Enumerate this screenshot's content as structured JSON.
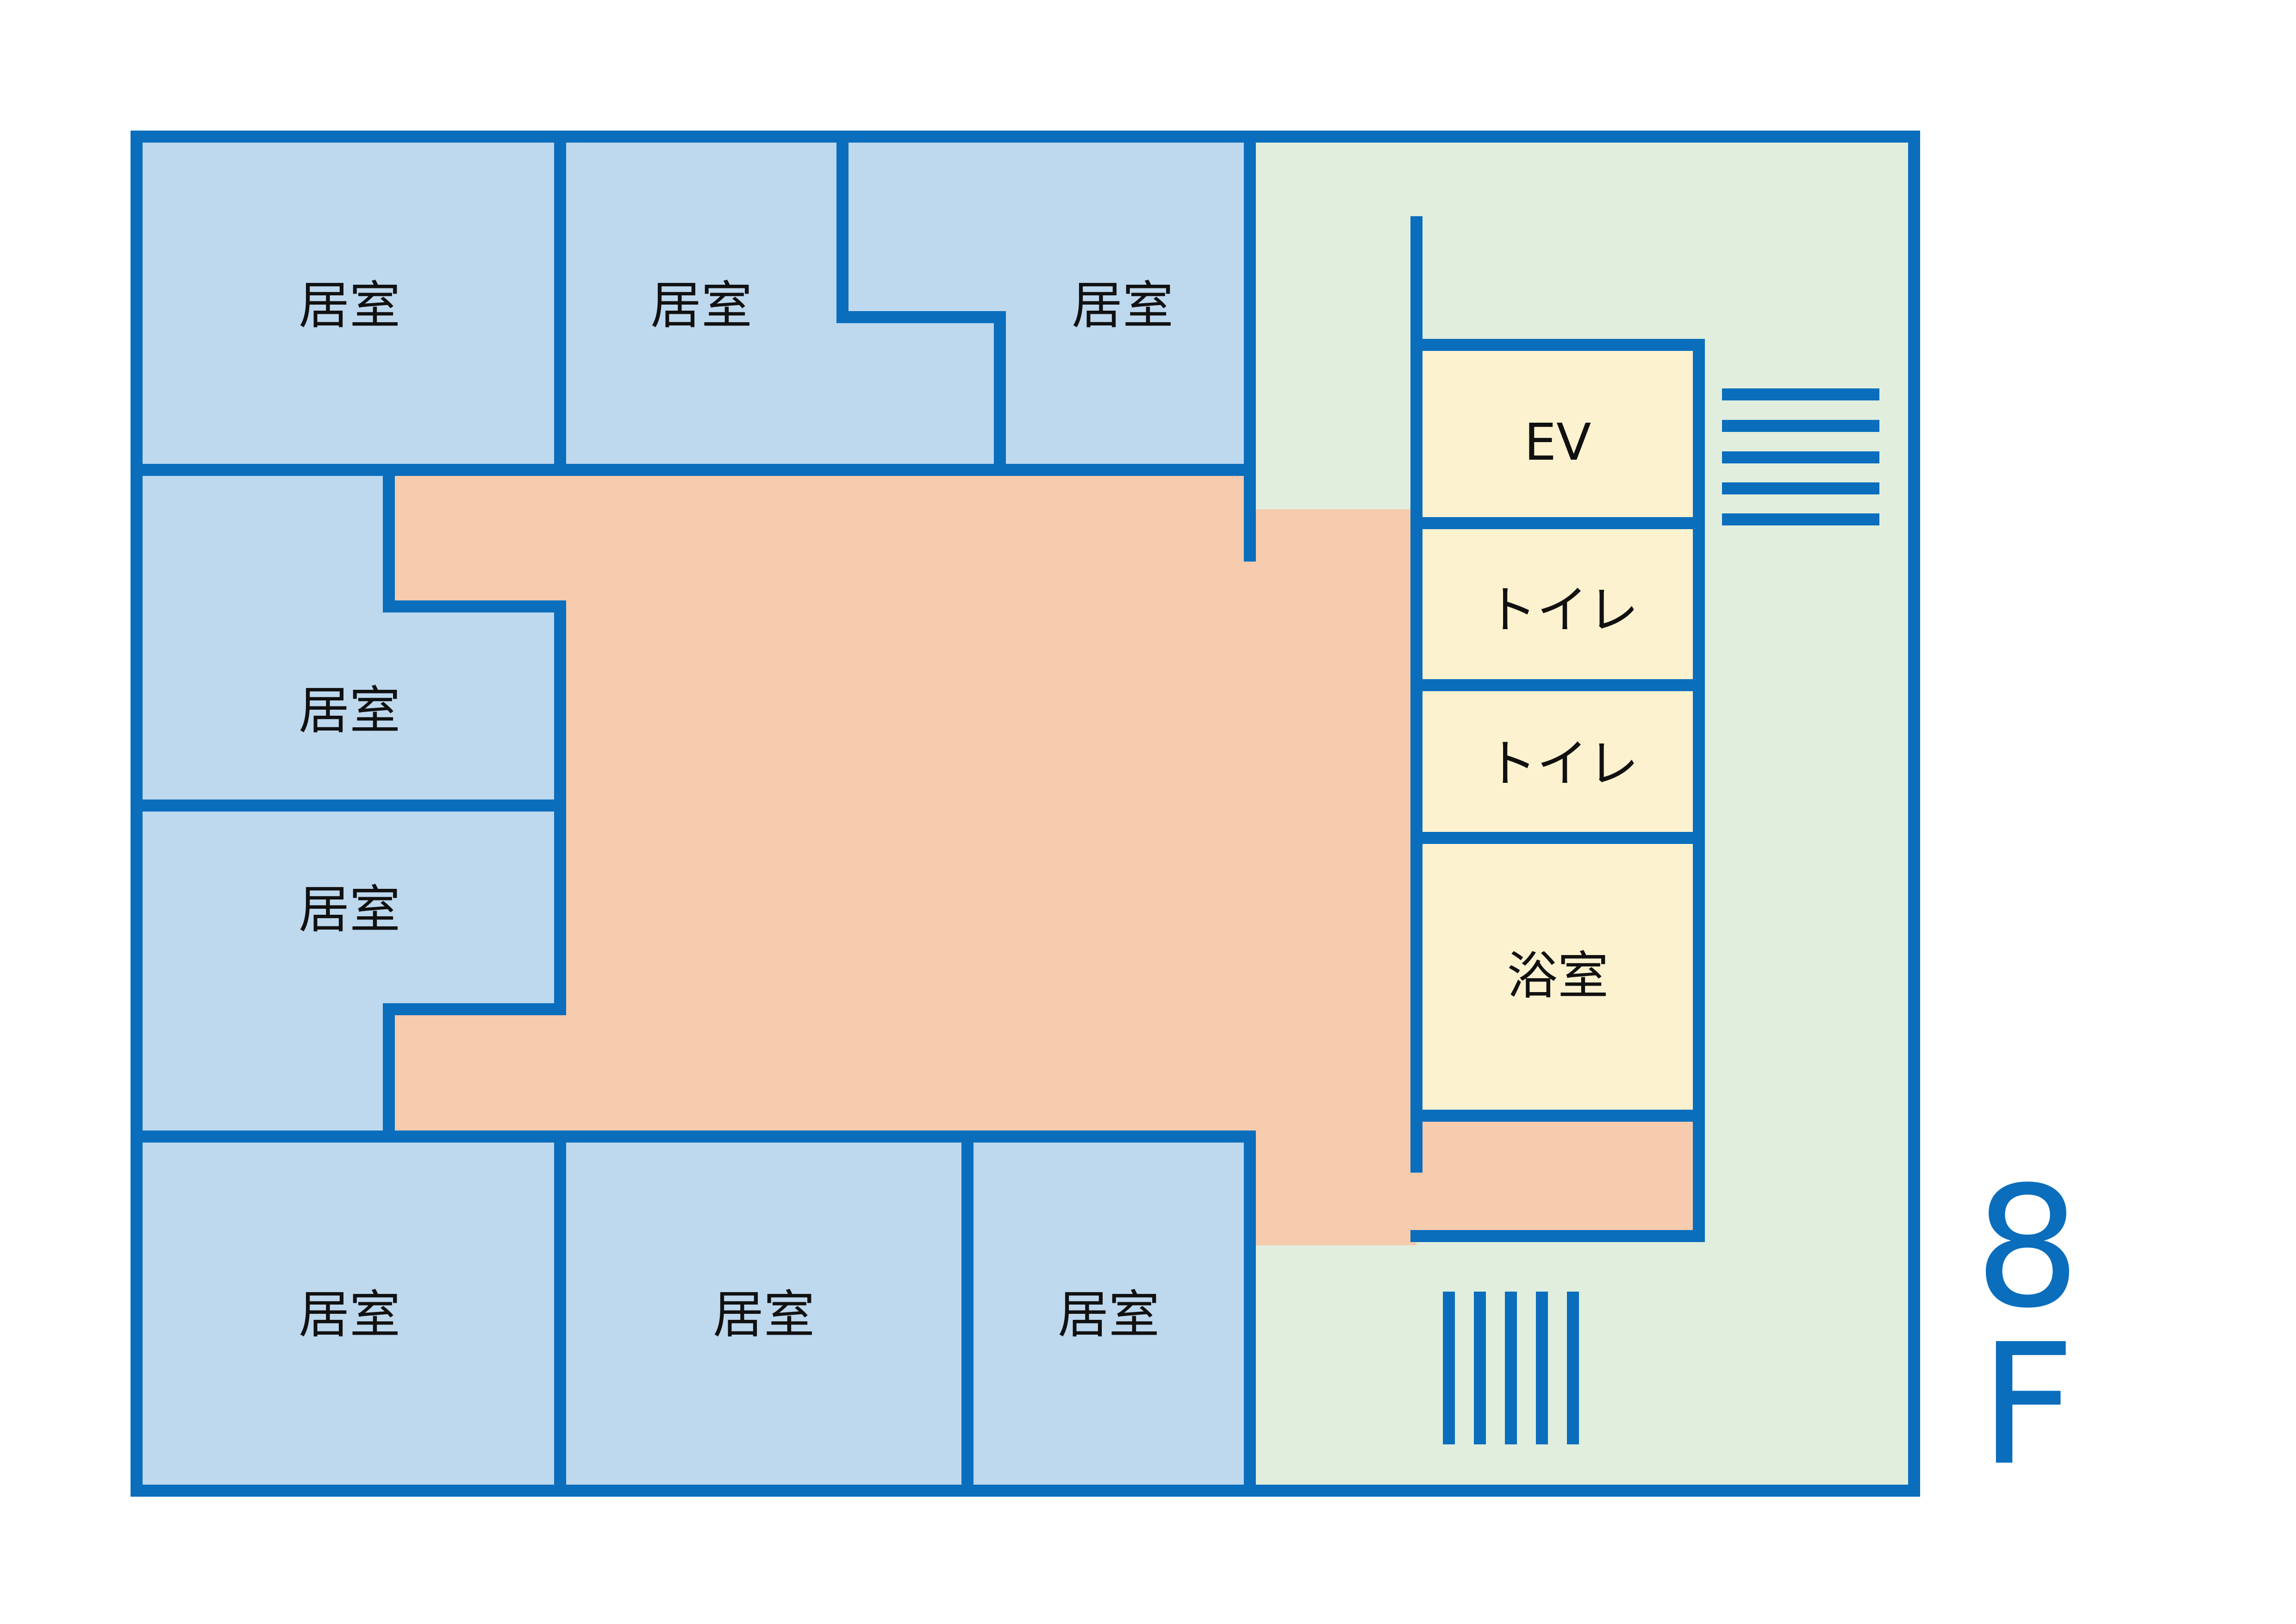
{
  "colors": {
    "wall": "#0a6ebd",
    "room": "#bed8ee",
    "corridor": "#f6cbae",
    "service": "#fdf2d0",
    "outdoor": "#e1eedd",
    "background": "#ffffff",
    "text": "#111111"
  },
  "rooms": {
    "top_left": "居室",
    "top_middle": "居室",
    "top_right": "居室",
    "left_upper": "居室",
    "left_lower": "居室",
    "bottom_left": "居室",
    "bottom_middle": "居室",
    "bottom_right": "居室"
  },
  "service": {
    "elevator": "EV",
    "toilet_1": "トイレ",
    "toilet_2": "トイレ",
    "bath": "浴室"
  },
  "floor": {
    "number": "8",
    "letter": "F"
  }
}
